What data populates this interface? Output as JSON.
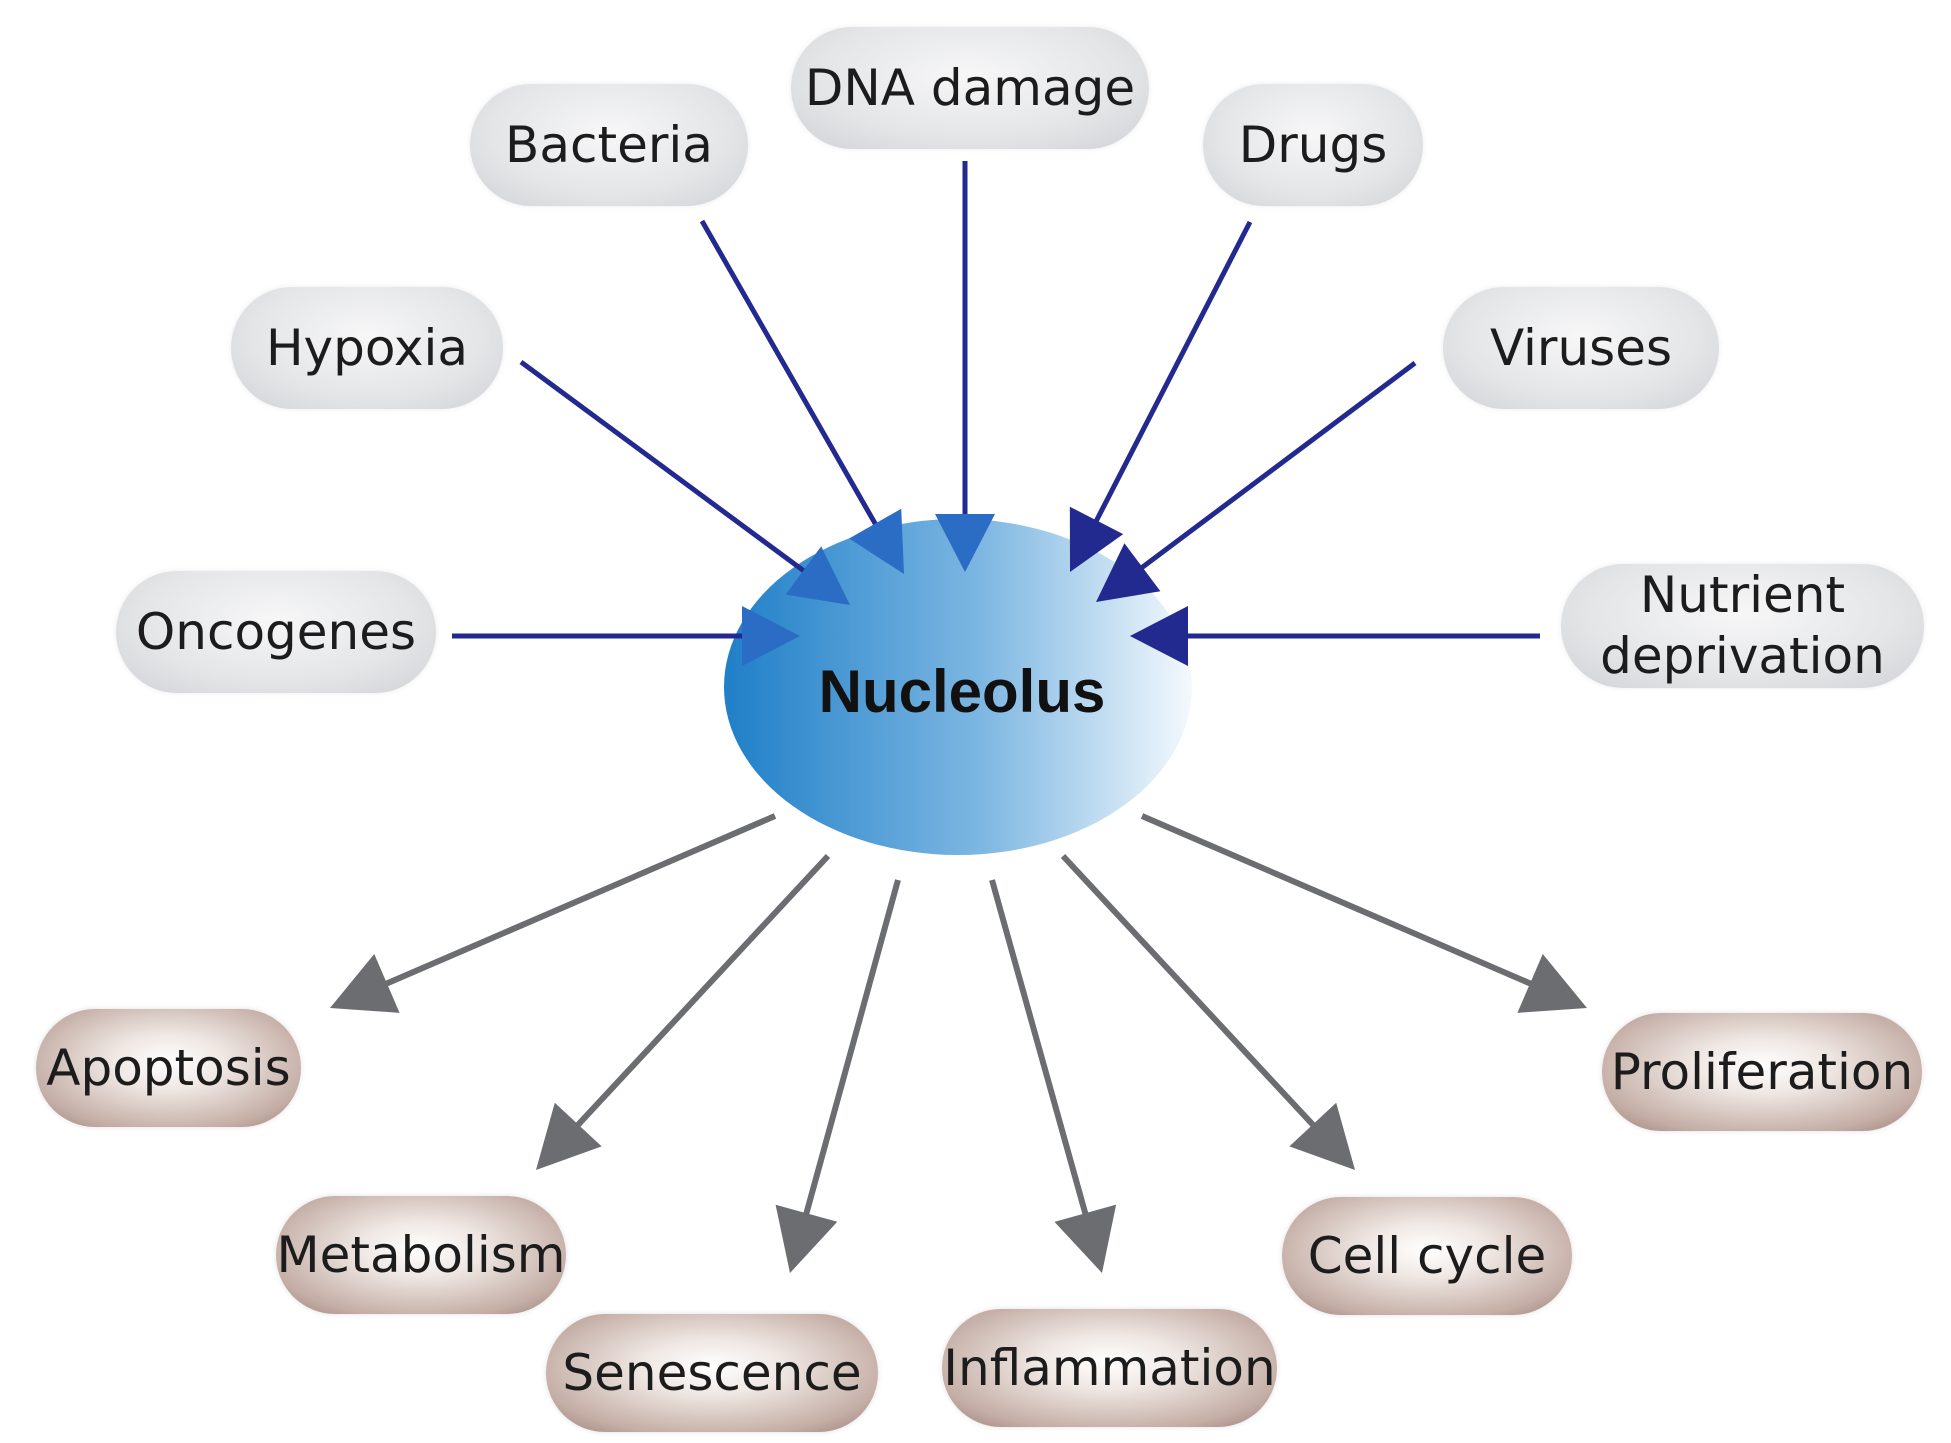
{
  "colors": {
    "input_arrow": "#232a8f",
    "input_arrowhead": "#2b6cc4",
    "output_arrow": "#6b6d70",
    "nucleolus_dark": "#1f7fc8",
    "nucleolus_light": "#f4f9fd"
  },
  "center": {
    "label": "Nucleolus"
  },
  "stimuli": [
    {
      "id": "oncogenes",
      "label": "Oncogenes"
    },
    {
      "id": "hypoxia",
      "label": "Hypoxia"
    },
    {
      "id": "bacteria",
      "label": "Bacteria"
    },
    {
      "id": "dna-damage",
      "label": "DNA damage"
    },
    {
      "id": "drugs",
      "label": "Drugs"
    },
    {
      "id": "viruses",
      "label": "Viruses"
    },
    {
      "id": "nutrient-deprivation",
      "label": "Nutrient\ndeprivation"
    }
  ],
  "outcomes": [
    {
      "id": "apoptosis",
      "label": "Apoptosis"
    },
    {
      "id": "metabolism",
      "label": "Metabolism"
    },
    {
      "id": "senescence",
      "label": "Senescence"
    },
    {
      "id": "inflammation",
      "label": "Inflammation"
    },
    {
      "id": "cell-cycle",
      "label": "Cell cycle"
    },
    {
      "id": "proliferation",
      "label": "Proliferation"
    }
  ]
}
